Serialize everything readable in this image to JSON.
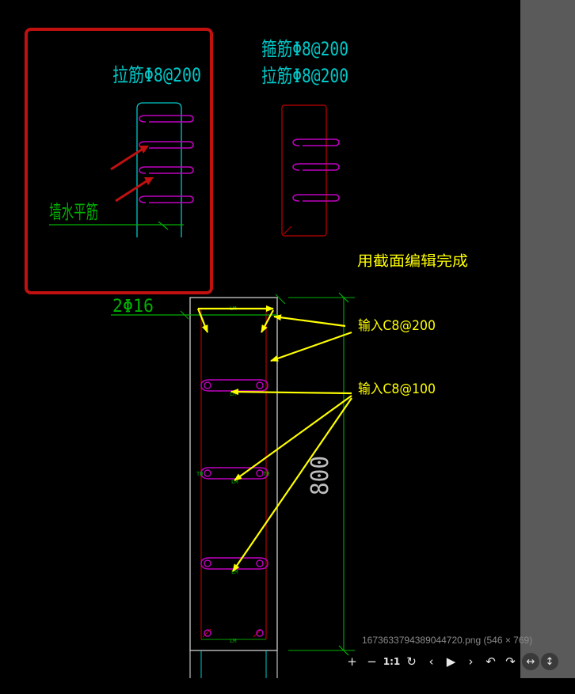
{
  "drawing": {
    "inset_label_1": "箍筋Φ8@200",
    "inset_label_2": "拉筋Φ8@200",
    "detail_label": "拉筋Φ8@200",
    "wall_rebar_label": "墙水平筋",
    "main_rebar_label": "2Φ16",
    "dimension_value": "800",
    "note_finish": "用截面编辑完成",
    "note_c8_200": "输入C8@200",
    "note_c8_100": "输入C8@100",
    "colors": {
      "background": "#000000",
      "cyan": "#00c8c8",
      "green": "#00b000",
      "magenta": "#c000c0",
      "red_frame": "#c00000",
      "yellow": "#ffff00",
      "gray": "#bfbfbf"
    }
  },
  "viewer": {
    "file_caption": "1673633794389044720.png (546 × 769)",
    "toolbar": {
      "zoom_in": "+",
      "zoom_out": "−",
      "actual_size": "1:1",
      "rotate": "↻",
      "prev": "‹",
      "play": "▶",
      "next": "›",
      "undo": "↶",
      "redo": "↷",
      "fit_width": "↔",
      "fit_height": "↕"
    },
    "icons": [
      "zoom-in-icon",
      "zoom-out-icon",
      "actual-size-icon",
      "rotate-icon",
      "prev-icon",
      "play-icon",
      "next-icon",
      "undo-icon",
      "redo-icon",
      "fit-width-icon",
      "fit-height-icon"
    ]
  }
}
